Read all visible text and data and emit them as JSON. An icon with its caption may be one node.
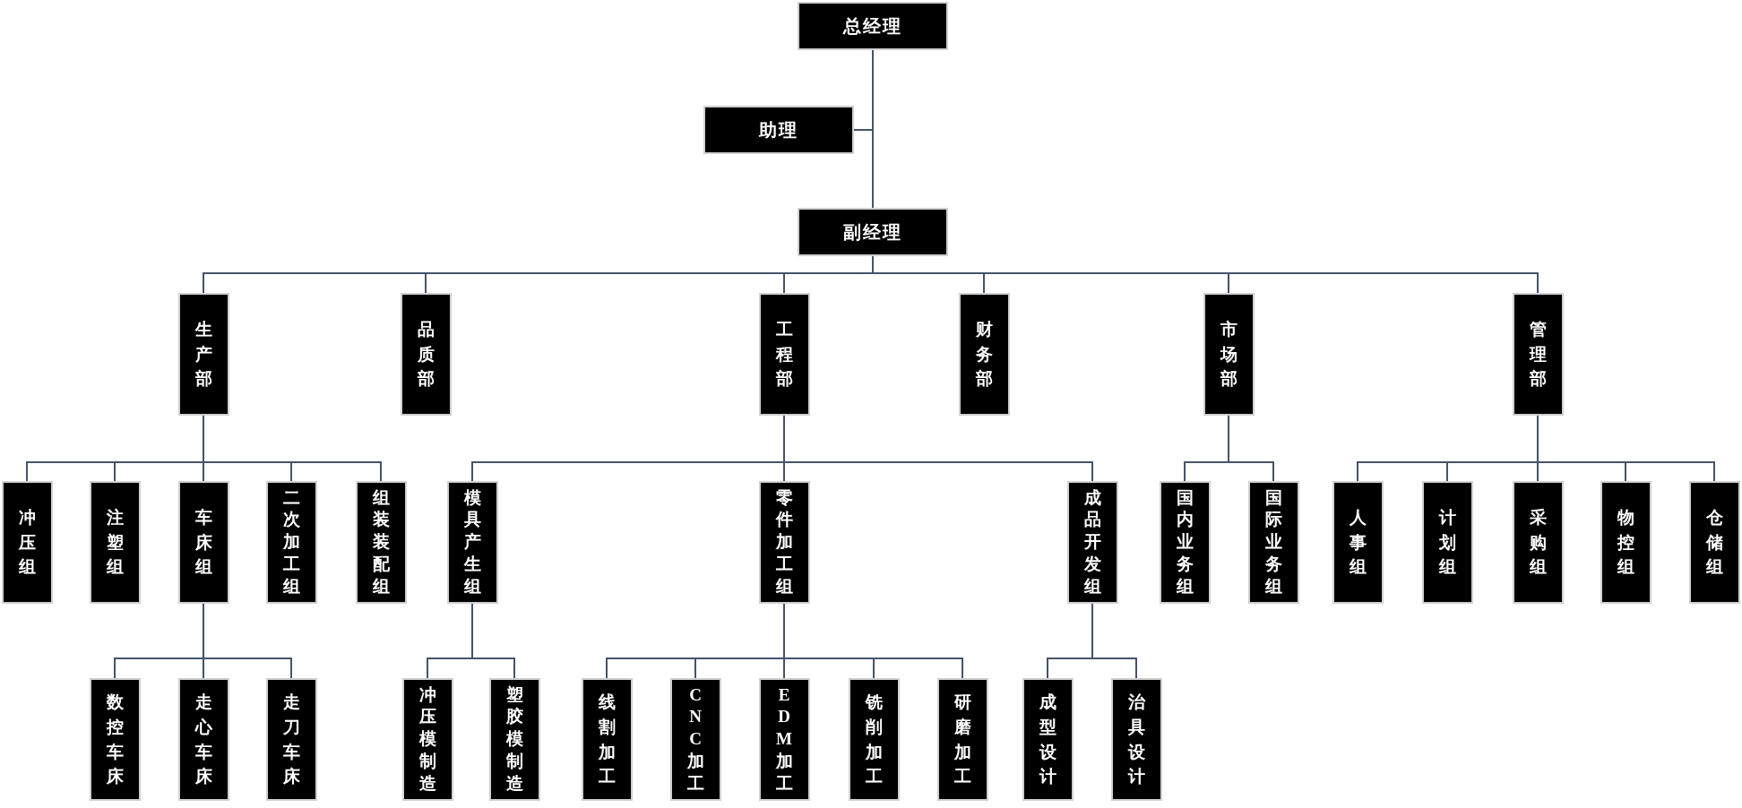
{
  "diagram": {
    "nodes": [
      {
        "text": [
          "总经理"
        ]
      },
      {
        "text": [
          "助理"
        ]
      },
      {
        "text": [
          "副经理"
        ]
      },
      {
        "text": [
          "生产部"
        ]
      },
      {
        "text": [
          "品质部"
        ]
      },
      {
        "text": [
          "工程部"
        ]
      },
      {
        "text": [
          "财务部"
        ]
      },
      {
        "text": [
          "市场部"
        ]
      },
      {
        "text": [
          "管理部"
        ]
      },
      {
        "text": [
          "冲压组"
        ]
      },
      {
        "text": [
          "注塑组"
        ]
      },
      {
        "text": [
          "车床组"
        ]
      },
      {
        "text": [
          "二次加工组"
        ]
      },
      {
        "text": [
          "组装装配组"
        ]
      },
      {
        "text": [
          "模具产生组"
        ]
      },
      {
        "text": [
          "零件加工组"
        ]
      },
      {
        "text": [
          "成品开发组"
        ]
      },
      {
        "text": [
          "国内业务组"
        ]
      },
      {
        "text": [
          "国际业务组"
        ]
      },
      {
        "text": [
          "人事组"
        ]
      },
      {
        "text": [
          "计划组"
        ]
      },
      {
        "text": [
          "采购组"
        ]
      },
      {
        "text": [
          "物控组"
        ]
      },
      {
        "text": [
          "仓储组"
        ]
      },
      {
        "text": [
          "数控车床"
        ]
      },
      {
        "text": [
          "走心车床"
        ]
      },
      {
        "text": [
          "走刀车床"
        ]
      },
      {
        "text": [
          "冲压模制造"
        ]
      },
      {
        "text": [
          "塑胶模制造"
        ]
      },
      {
        "text": [
          "线割加工"
        ]
      },
      {
        "text": [
          "CNC加工"
        ]
      },
      {
        "text": [
          "EDM加工"
        ]
      },
      {
        "text": [
          "铣削加工"
        ]
      },
      {
        "text": [
          "研磨加工"
        ]
      },
      {
        "text": [
          "成型设计"
        ]
      },
      {
        "text": [
          "治具设计"
        ]
      }
    ],
    "edges": [
      {
        "from": 0,
        "to": 1,
        "arrow": "none"
      },
      {
        "from": 0,
        "to": 2,
        "arrow": "none"
      },
      {
        "from": 2,
        "to": 3,
        "arrow": "none"
      },
      {
        "from": 2,
        "to": 4,
        "arrow": "none"
      },
      {
        "from": 2,
        "to": 5,
        "arrow": "none"
      },
      {
        "from": 2,
        "to": 6,
        "arrow": "none"
      },
      {
        "from": 2,
        "to": 7,
        "arrow": "none"
      },
      {
        "from": 2,
        "to": 8,
        "arrow": "none"
      },
      {
        "from": 3,
        "to": 9,
        "arrow": "none"
      },
      {
        "from": 3,
        "to": 10,
        "arrow": "none"
      },
      {
        "from": 3,
        "to": 11,
        "arrow": "none"
      },
      {
        "from": 3,
        "to": 12,
        "arrow": "none"
      },
      {
        "from": 3,
        "to": 13,
        "arrow": "none"
      },
      {
        "from": 5,
        "to": 14,
        "arrow": "none"
      },
      {
        "from": 5,
        "to": 15,
        "arrow": "none"
      },
      {
        "from": 5,
        "to": 16,
        "arrow": "none"
      },
      {
        "from": 7,
        "to": 17,
        "arrow": "none"
      },
      {
        "from": 7,
        "to": 18,
        "arrow": "none"
      },
      {
        "from": 8,
        "to": 19,
        "arrow": "none"
      },
      {
        "from": 8,
        "to": 20,
        "arrow": "none"
      },
      {
        "from": 8,
        "to": 21,
        "arrow": "none"
      },
      {
        "from": 8,
        "to": 22,
        "arrow": "none"
      },
      {
        "from": 8,
        "to": 23,
        "arrow": "none"
      },
      {
        "from": 11,
        "to": 24,
        "arrow": "none"
      },
      {
        "from": 11,
        "to": 25,
        "arrow": "none"
      },
      {
        "from": 11,
        "to": 26,
        "arrow": "none"
      },
      {
        "from": 14,
        "to": 27,
        "arrow": "none"
      },
      {
        "from": 14,
        "to": 28,
        "arrow": "none"
      },
      {
        "from": 15,
        "to": 29,
        "arrow": "none"
      },
      {
        "from": 15,
        "to": 30,
        "arrow": "none"
      },
      {
        "from": 15,
        "to": 31,
        "arrow": "none"
      },
      {
        "from": 15,
        "to": 32,
        "arrow": "none"
      },
      {
        "from": 15,
        "to": 33,
        "arrow": "none"
      },
      {
        "from": 16,
        "to": 34,
        "arrow": "none"
      },
      {
        "from": 16,
        "to": 35,
        "arrow": "none"
      }
    ]
  }
}
